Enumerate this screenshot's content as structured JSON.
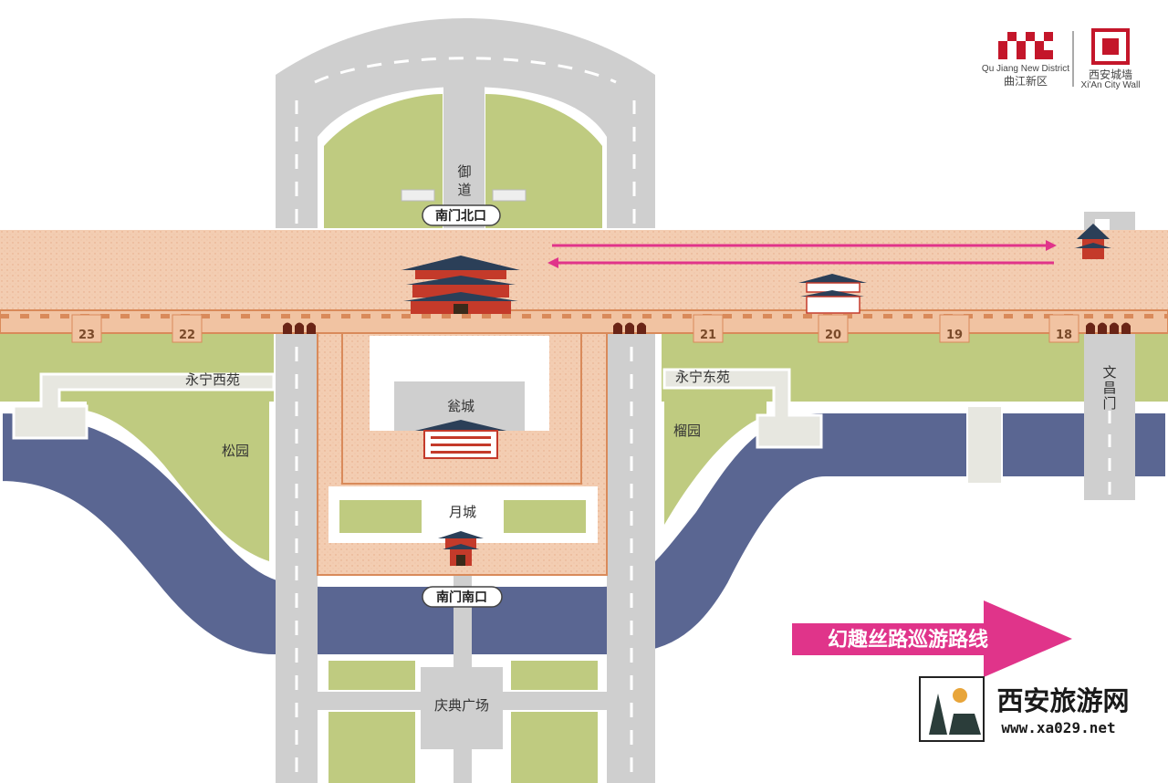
{
  "logos": {
    "qujiang_en": "Qu Jiang New District",
    "qujiang_cn": "曲江新区",
    "citywall_cn": "西安城墙",
    "citywall_en": "Xi'An City Wall"
  },
  "places": {
    "yudao": "御道",
    "yudao_line2": "道",
    "yudao_line1": "御",
    "nanmen_north_exit": "南门北口",
    "nanmen_south_exit": "南门南口",
    "wengcheng": "瓮城",
    "yuecheng": "月城",
    "yongning_west": "永宁西苑",
    "yongning_east": "永宁东苑",
    "songyuan": "松园",
    "liuyuan": "榴园",
    "wenchangmen": "文昌门",
    "wenchangmen_1": "文",
    "wenchangmen_2": "昌",
    "wenchangmen_3": "门",
    "qingdian_square": "庆典广场"
  },
  "wall_numbers": [
    "23",
    "22",
    "21",
    "20",
    "19",
    "18"
  ],
  "route": {
    "label": "幻趣丝路巡游路线",
    "color": "#e0348a"
  },
  "watermark": {
    "title": "西安旅游网",
    "url": "www.xa029.net"
  },
  "colors": {
    "wall": "#f5cfb4",
    "wall_edge": "#d98a5a",
    "moat": "#5a6692",
    "grass": "#bfcb80",
    "road": "#cfcfcf",
    "roof": "#2b3f58",
    "brand_red": "#c4162a"
  }
}
